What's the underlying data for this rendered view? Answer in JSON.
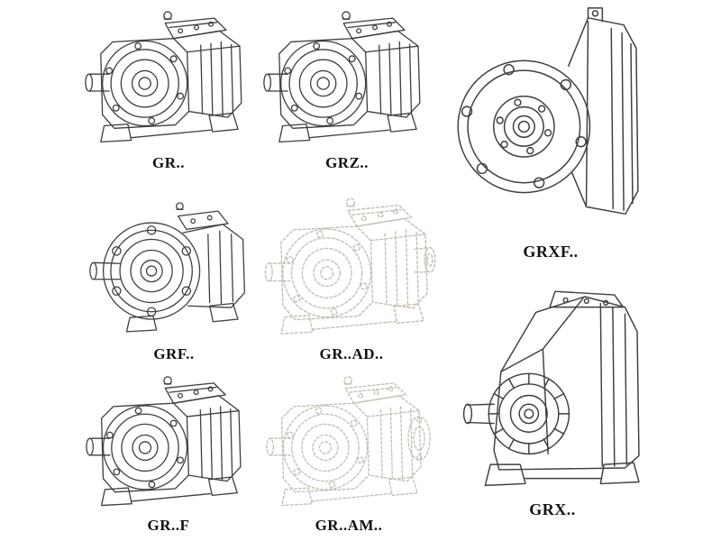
{
  "page": {
    "background": "#ffffff",
    "line_color": "#3f3f3f",
    "faint_line_color": "#c4bcb0",
    "label_color": "#111111"
  },
  "catalog": {
    "items": [
      {
        "id": "gr",
        "label": "GR..",
        "style": "solid",
        "drawing": "foot-mounted helical gear unit with input shaft"
      },
      {
        "id": "grz",
        "label": "GRZ..",
        "style": "solid",
        "drawing": "foot-mounted helical gear unit with input shaft"
      },
      {
        "id": "grxf",
        "label": "GRXF..",
        "style": "solid",
        "drawing": "large flange-mounted helical gear unit"
      },
      {
        "id": "grf",
        "label": "GRF..",
        "style": "solid",
        "drawing": "flange-mounted helical gear unit"
      },
      {
        "id": "gr-ad",
        "label": "GR..AD..",
        "style": "faint-dashed",
        "drawing": "gear unit with input shaft adapter"
      },
      {
        "id": "gr-f",
        "label": "GR..F",
        "style": "solid",
        "drawing": "foot-mounted helical gear unit with input shaft"
      },
      {
        "id": "gr-am",
        "label": "GR..AM..",
        "style": "faint-dashed",
        "drawing": "gear unit with motor mounting flange adapter"
      },
      {
        "id": "grx",
        "label": "GRX..",
        "style": "solid",
        "drawing": "large foot-mounted helical gear unit"
      }
    ]
  }
}
